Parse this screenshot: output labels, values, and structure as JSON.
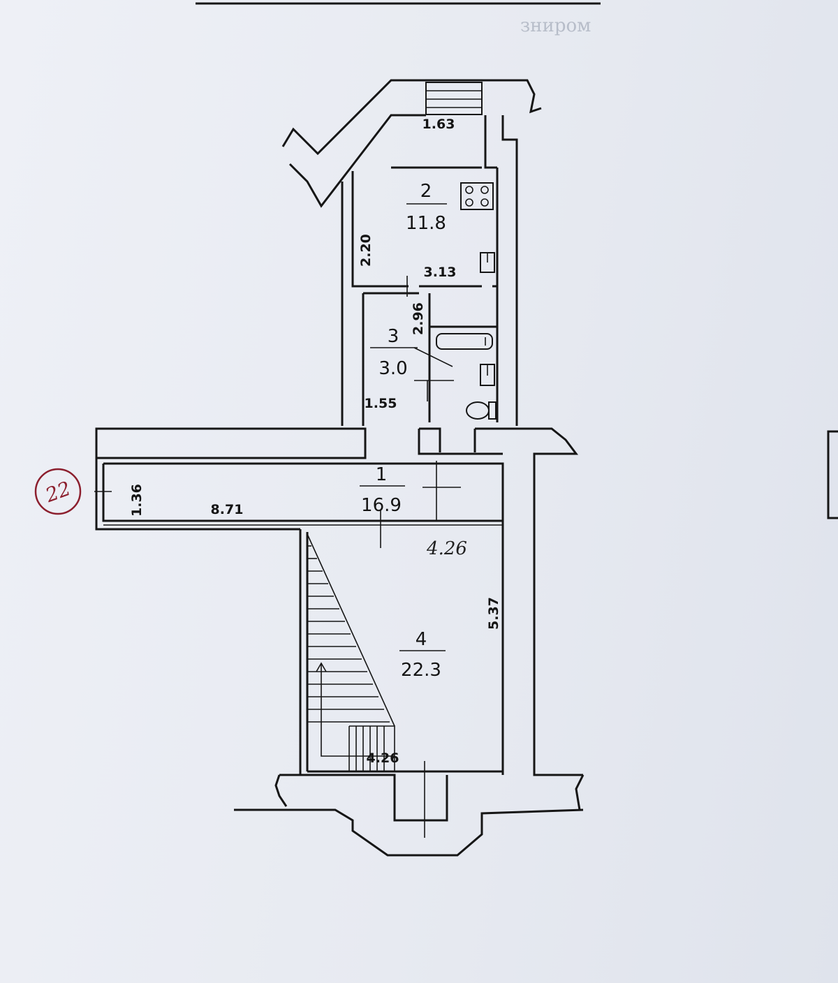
{
  "rooms": [
    {
      "number": "1",
      "area": "16.9"
    },
    {
      "number": "2",
      "area": "11.8"
    },
    {
      "number": "3",
      "area": "3.0"
    },
    {
      "number": "4",
      "area": "22.3"
    }
  ],
  "dimensions": {
    "kitchen_top_width": "1.63",
    "kitchen_depth": "2.20",
    "kitchen_width": "3.13",
    "bath_depth": "2.96",
    "bath_width": "1.55",
    "corridor_width": "1.36",
    "corridor_length": "8.71",
    "room4_width": "5.37",
    "stair_length": "4.26"
  },
  "handwritten": {
    "room4_length": "4.26",
    "apartment_number": "22"
  },
  "ghost_text": "зниром",
  "colors": {
    "paper": "#e9ecf2",
    "ink": "#161616",
    "pen_mark": "#8c1f2e"
  }
}
